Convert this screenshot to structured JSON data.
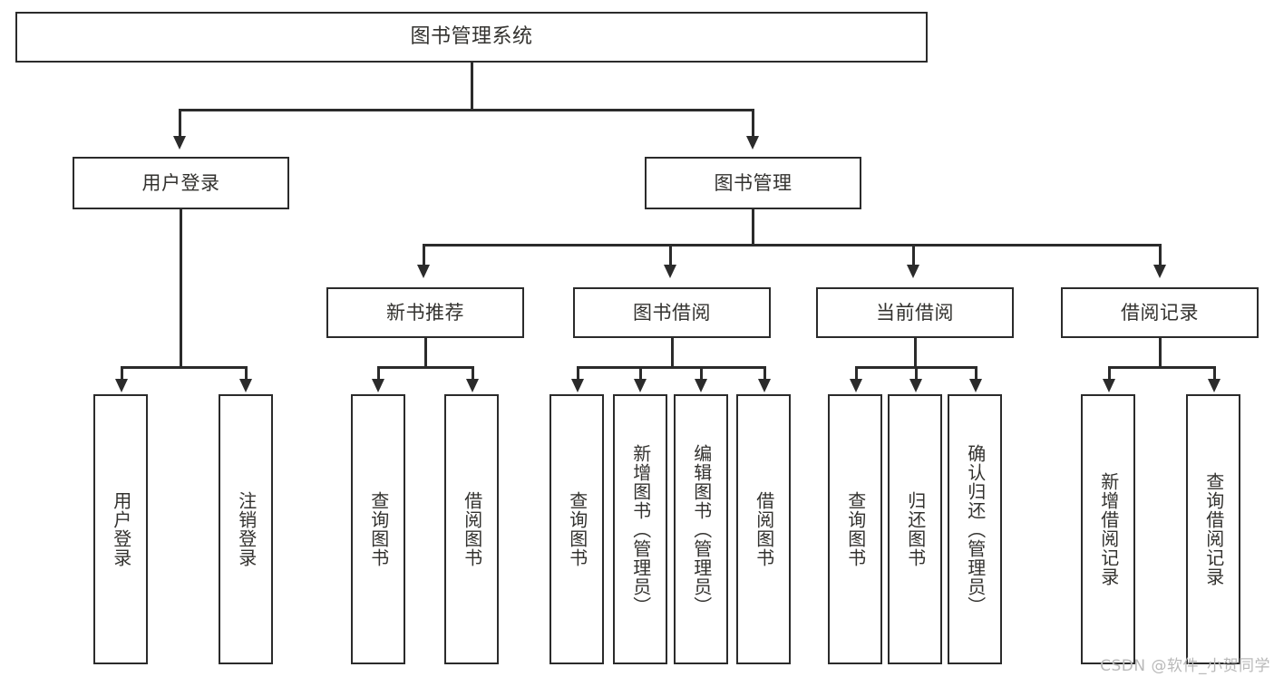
{
  "diagram": {
    "title": "图书管理系统",
    "root": {
      "label": "图书管理系统"
    },
    "level2": [
      {
        "label": "用户登录"
      },
      {
        "label": "图书管理"
      }
    ],
    "level3": [
      {
        "label": "新书推荐"
      },
      {
        "label": "图书借阅"
      },
      {
        "label": "当前借阅"
      },
      {
        "label": "借阅记录"
      }
    ],
    "leaves": {
      "user_login": [
        {
          "label": "用户登录"
        },
        {
          "label": "注销登录"
        }
      ],
      "new_book_recommend": [
        {
          "label": "查询图书"
        },
        {
          "label": "借阅图书"
        }
      ],
      "book_borrow": [
        {
          "label": "查询图书"
        },
        {
          "label": "新增图书（管理员）"
        },
        {
          "label": "编辑图书（管理员）"
        },
        {
          "label": "借阅图书"
        }
      ],
      "current_borrow": [
        {
          "label": "查询图书"
        },
        {
          "label": "归还图书"
        },
        {
          "label": "确认归还（管理员）"
        }
      ],
      "borrow_records": [
        {
          "label": "新增借阅记录"
        },
        {
          "label": "查询借阅记录"
        }
      ]
    }
  },
  "watermark": {
    "text": "CSDN @软件_小贺同学"
  },
  "colors": {
    "stroke": "#2b2b2b",
    "text": "#33322f",
    "background": "#ffffff",
    "watermark": "#b9b9b9"
  }
}
